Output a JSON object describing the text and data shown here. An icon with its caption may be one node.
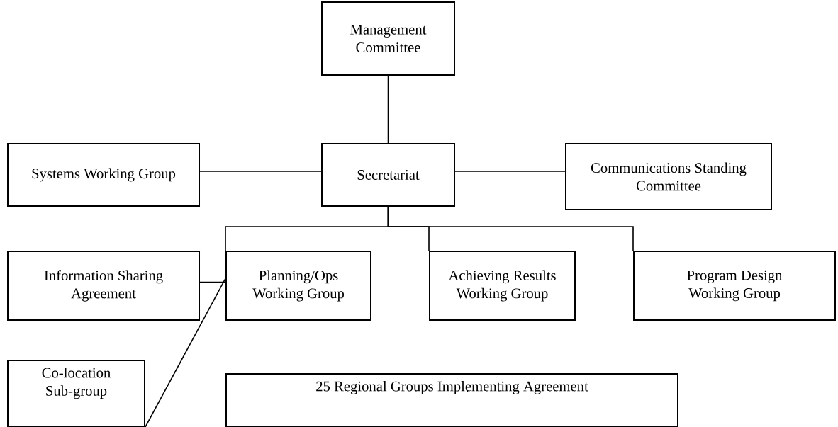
{
  "diagram": {
    "nodes": [
      {
        "text": [
          "Management Committee"
        ]
      },
      {
        "text": [
          "Systems Working Group"
        ]
      },
      {
        "text": [
          "Secretariat"
        ]
      },
      {
        "text": [
          "Communications Standing Committee"
        ]
      },
      {
        "text": [
          "Information Sharing Agreement"
        ]
      },
      {
        "text": [
          "Planning/Ops Working Group"
        ]
      },
      {
        "text": [
          "Achieving Results Working Group"
        ]
      },
      {
        "text": [
          "Program Design Working Group"
        ]
      },
      {
        "text": [
          "Co-location Sub-group"
        ]
      },
      {
        "text": [
          "25 Regional Groups Implementing Agreement"
        ]
      }
    ],
    "edges": [
      {
        "from": 0,
        "to": 2,
        "arrow": "none"
      },
      {
        "from": 1,
        "to": 2,
        "arrow": "none"
      },
      {
        "from": 2,
        "to": 3,
        "arrow": "none"
      },
      {
        "from": 2,
        "to": 5,
        "arrow": "none"
      },
      {
        "from": 2,
        "to": 6,
        "arrow": "none"
      },
      {
        "from": 2,
        "to": 7,
        "arrow": "none"
      },
      {
        "from": 4,
        "to": 5,
        "arrow": "none"
      },
      {
        "from": 8,
        "to": 5,
        "arrow": "none"
      }
    ]
  }
}
